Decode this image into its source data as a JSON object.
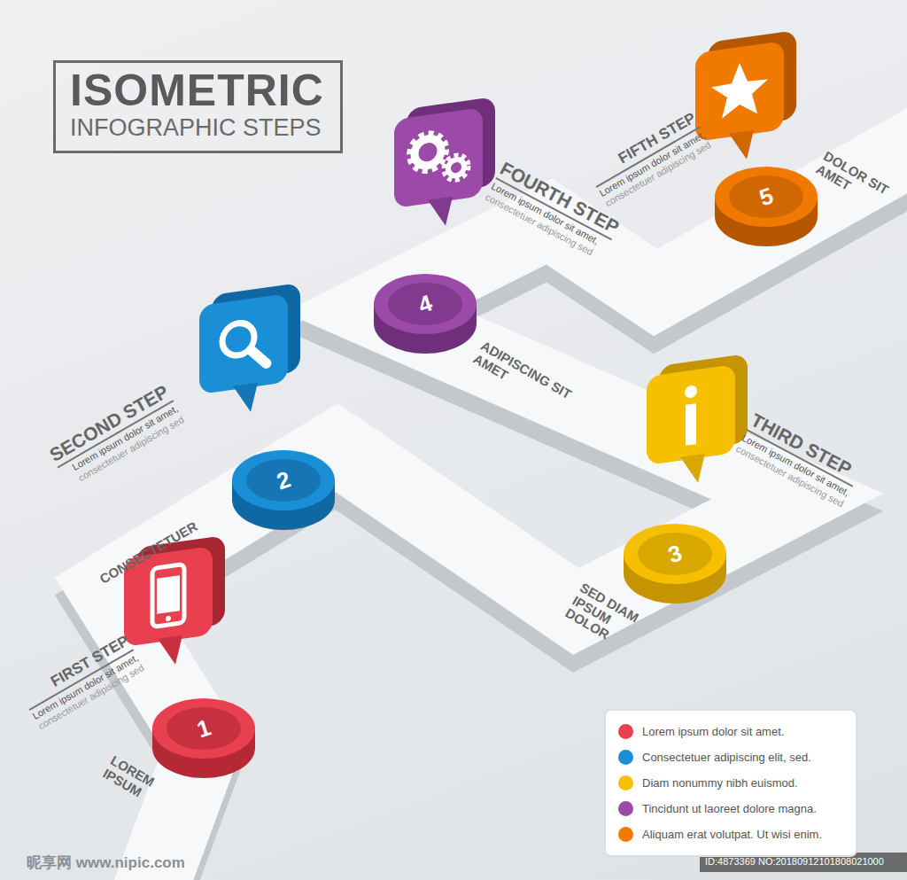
{
  "diagram": {
    "title": "ISOMETRIC",
    "nodes": [
      {
        "text": [
          "1"
        ]
      },
      {
        "text": [
          "2"
        ]
      },
      {
        "text": [
          "3"
        ]
      },
      {
        "text": [
          "4"
        ]
      },
      {
        "text": [
          "5"
        ]
      }
    ],
    "labels": [
      "INFOGRAPHIC STEPS",
      "FIRST STEP",
      "Lorem ipsum dolor sit amet,",
      "consectetuer adipiscing sed",
      "LOREM IPSUM",
      "SECOND STEP",
      "Lorem ipsum dolor sit amet,",
      "consectetuer adipiscing sed",
      "CONSECTETUER",
      "THIRD STEP",
      "Lorem ipsum dolor sit amet,",
      "consectetuer adipiscing sed",
      "SED DIAM IPSUM DOLOR",
      "FOURTH STEP",
      "Lorem ipsum dolor sit amet,",
      "consectetuer adipiscing sed",
      "ADIPISCING SIT AMET",
      "FIFTH STEP",
      "Lorem ipsum dolor sit amet,",
      "consectetuer adipiscing sed",
      "DOLOR SIT AMET",
      "昵享网 www.nipic.com",
      "ID:4873369 NO:20180912101808021000"
    ],
    "legend": [
      {
        "text": "Lorem ipsum dolor sit amet.",
        "color": "#e8404f"
      },
      {
        "text": "Consectetuer adipiscing elit, sed.",
        "color": "#1a8fd6"
      },
      {
        "text": "Diam nonummy nibh euismod.",
        "color": "#f6c000"
      },
      {
        "text": "Tincidunt ut laoreet dolore magna.",
        "color": "#9b4aa8"
      },
      {
        "text": "Aliquam erat volutpat. Ut wisi enim.",
        "color": "#f07a00"
      }
    ]
  }
}
